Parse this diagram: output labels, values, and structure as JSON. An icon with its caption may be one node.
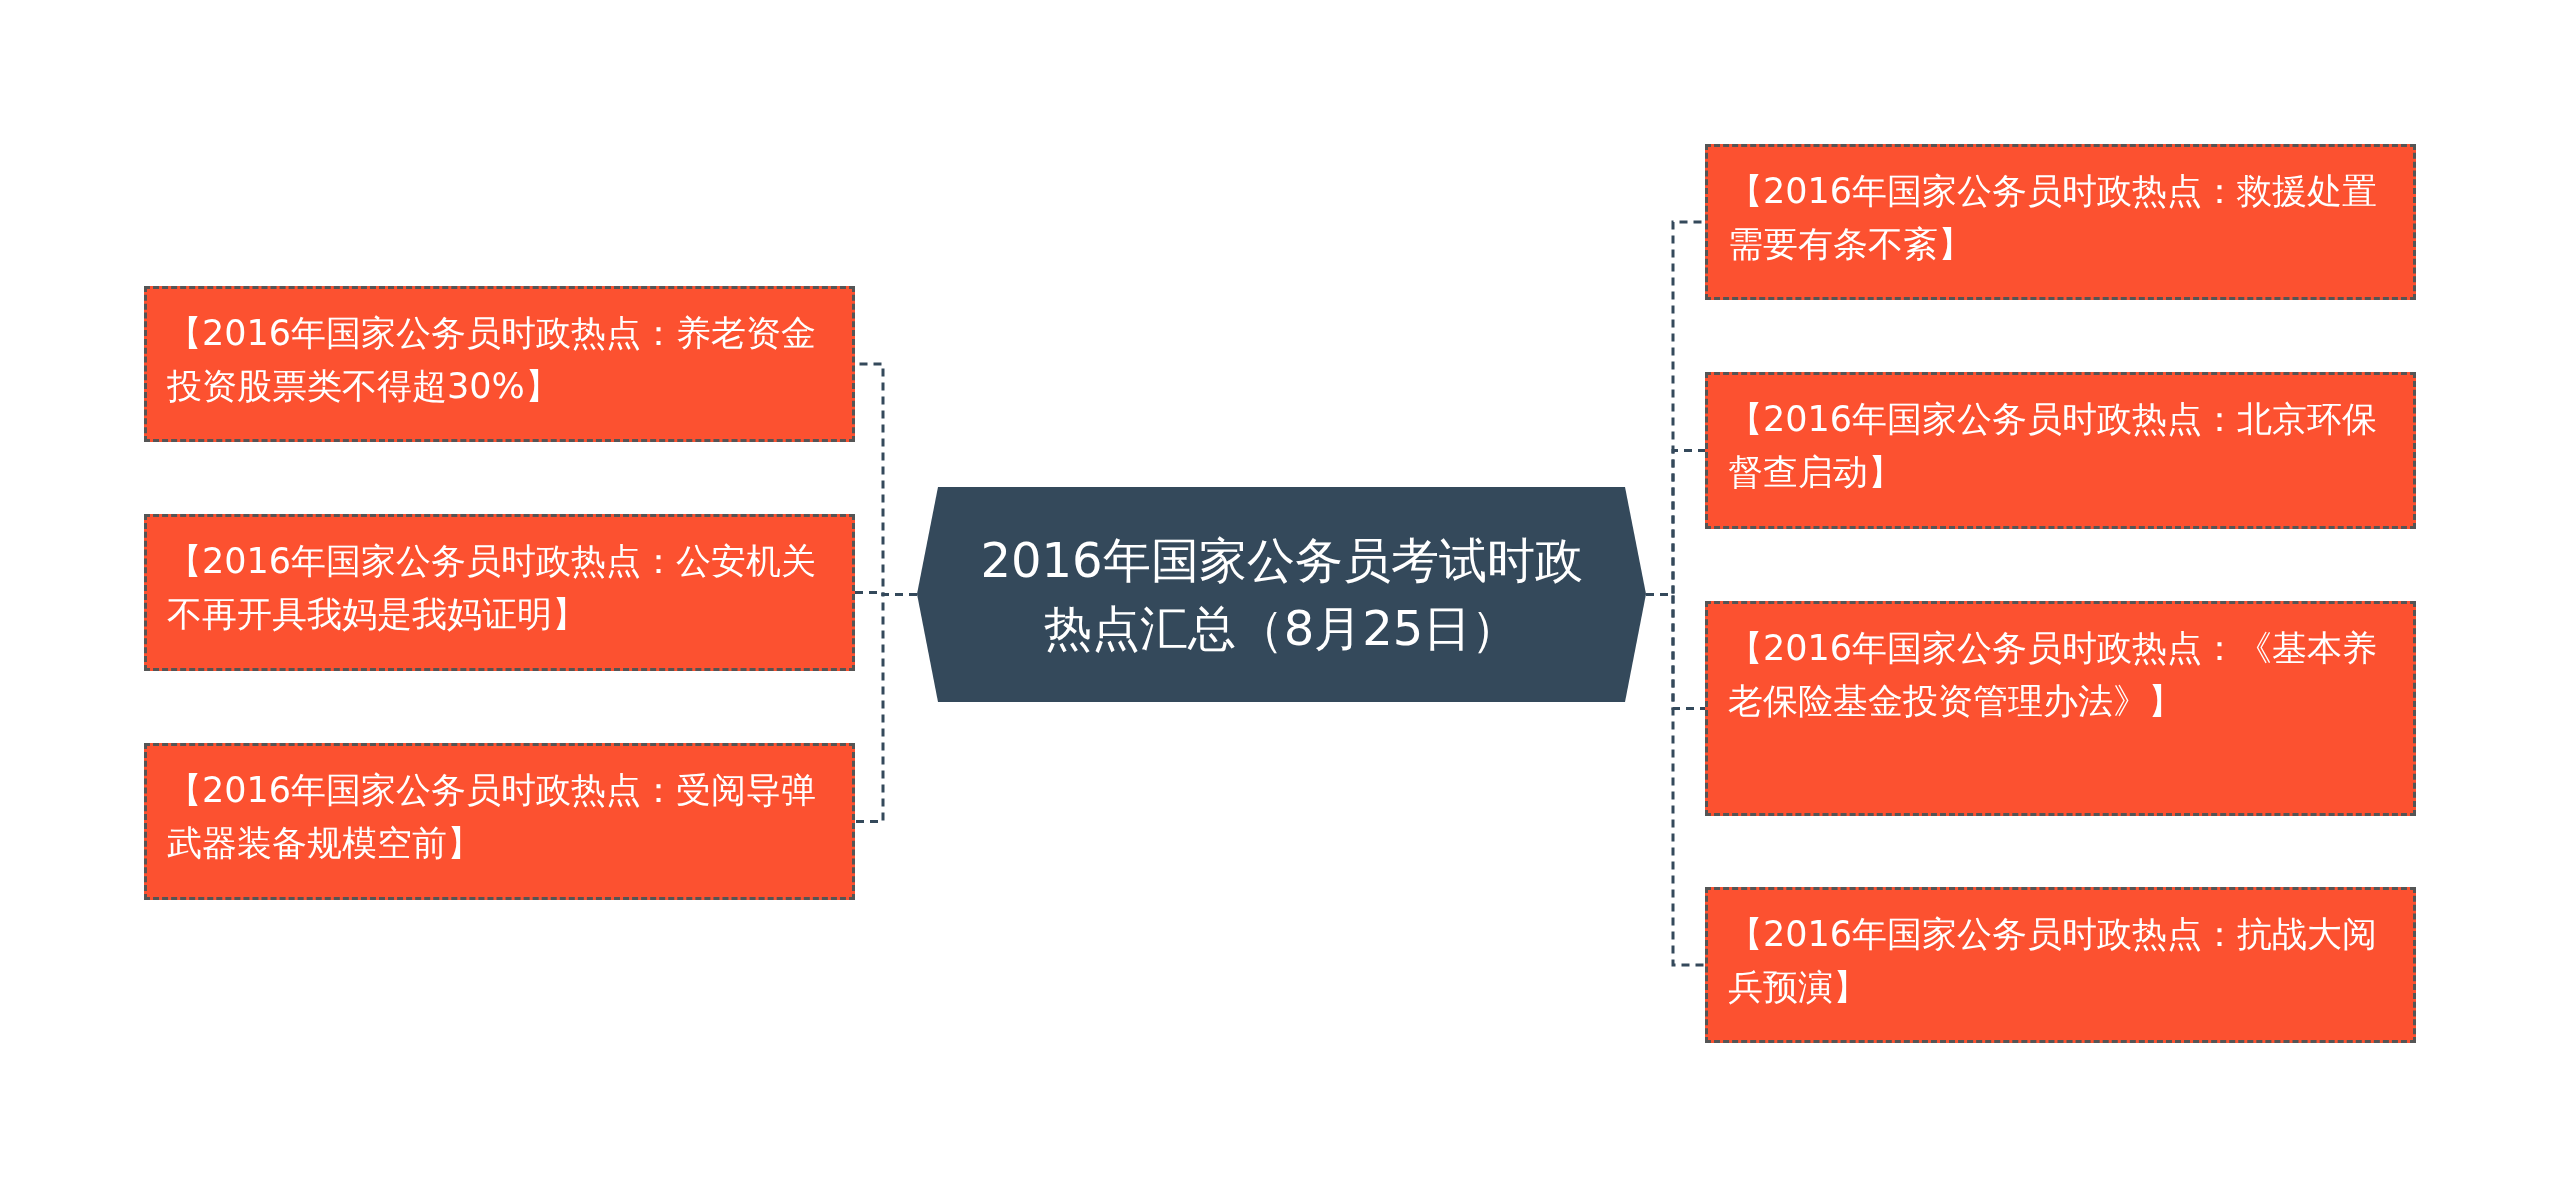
{
  "diagram": {
    "nodes": [
      {
        "text": [
          "2016年国家公务员考试时政热点汇总（8月25日）"
        ]
      },
      {
        "text": [
          "【2016年国家公务员时政热点：养老资金投资股票类不得超30%】"
        ]
      },
      {
        "text": [
          "【2016年国家公务员时政热点：公安机关不再开具我妈是我妈证明】"
        ]
      },
      {
        "text": [
          "【2016年国家公务员时政热点：受阅导弹武器装备规模空前】"
        ]
      },
      {
        "text": [
          "【2016年国家公务员时政热点：救援处置需要有条不紊】"
        ]
      },
      {
        "text": [
          "【2016年国家公务员时政热点：北京环保督查启动】"
        ]
      },
      {
        "text": [
          "【2016年国家公务员时政热点：《基本养老保险基金投资管理办法》】"
        ]
      },
      {
        "text": [
          "【2016年国家公务员时政热点：抗战大阅兵预演】"
        ]
      }
    ],
    "edges": [
      {
        "from": 0,
        "to": 1,
        "arrow": "none"
      },
      {
        "from": 0,
        "to": 2,
        "arrow": "none"
      },
      {
        "from": 0,
        "to": 3,
        "arrow": "none"
      },
      {
        "from": 0,
        "to": 4,
        "arrow": "none"
      },
      {
        "from": 0,
        "to": 5,
        "arrow": "none"
      },
      {
        "from": 0,
        "to": 6,
        "arrow": "none"
      },
      {
        "from": 0,
        "to": 7,
        "arrow": "none"
      }
    ]
  }
}
